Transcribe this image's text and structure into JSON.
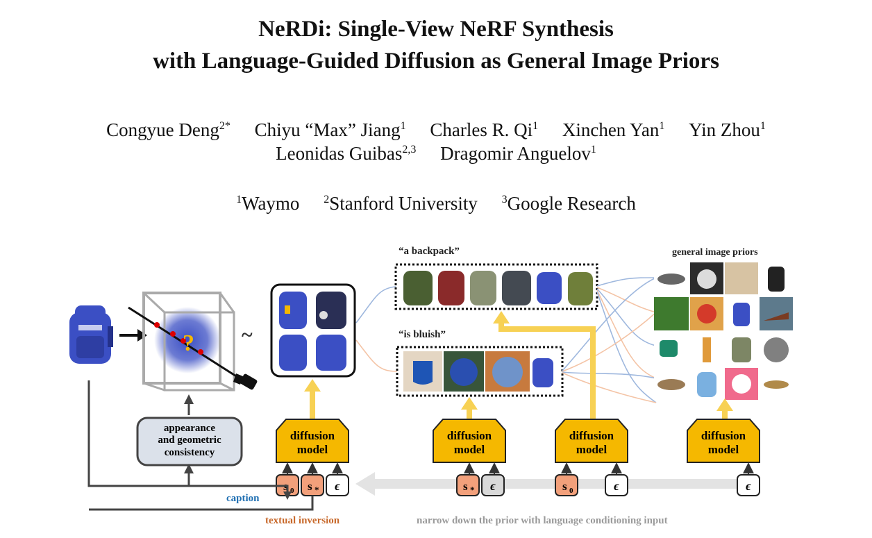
{
  "title": {
    "line1": "NeRDi: Single-View NeRF Synthesis",
    "line2": "with Language-Guided Diffusion as General Image Priors"
  },
  "authors": {
    "row1": [
      {
        "name": "Congyue Deng",
        "sup": "2*"
      },
      {
        "name": "Chiyu “Max” Jiang",
        "sup": "1"
      },
      {
        "name": "Charles R. Qi",
        "sup": "1"
      },
      {
        "name": "Xinchen Yan",
        "sup": "1"
      },
      {
        "name": "Yin Zhou",
        "sup": "1"
      }
    ],
    "row2": [
      {
        "name": "Leonidas Guibas",
        "sup": "2,3"
      },
      {
        "name": "Dragomir Anguelov",
        "sup": "1"
      }
    ]
  },
  "affiliations": [
    {
      "sup": "1",
      "name": "Waymo"
    },
    {
      "sup": "2",
      "name": "Stanford University"
    },
    {
      "sup": "3",
      "name": "Google Research"
    }
  ],
  "figure": {
    "question_mark": "?",
    "tilde": "~",
    "consistency_box": {
      "line1": "appearance",
      "line2": "and geometric",
      "line3": "consistency"
    },
    "diffusion_model": {
      "line1": "diffusion",
      "line2": "model"
    },
    "tokens": {
      "s0": "s",
      "s0_sub": "0",
      "sstar": "s",
      "sstar_sub": "*",
      "eps": "ϵ"
    },
    "caption_label": "caption",
    "textual_inversion_label": "textual inversion",
    "narrow_label": "narrow down the prior with language conditioning input",
    "backpack_caption": "“a backpack”",
    "bluish_caption": "“is bluish”",
    "priors_label": "general image priors",
    "colors": {
      "diffusion_fill": "#f5b800",
      "token_orange": "#f2a07b",
      "token_gray": "#d9d9d9",
      "caption_blue": "#1f6fb2",
      "inversion_orange": "#c8692b",
      "arrow_yellow": "#f7d154",
      "backpack_blue": "#3b4fc4"
    }
  }
}
